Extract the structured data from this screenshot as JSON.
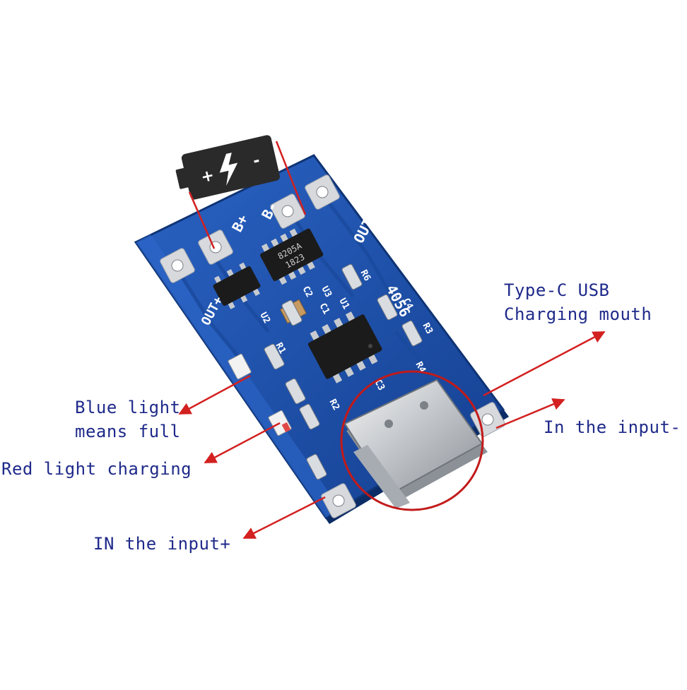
{
  "annotations": {
    "blue_light": [
      "Blue light",
      "means full"
    ],
    "red_light": "Red light charging",
    "in_plus": "IN the input+",
    "typec": [
      "Type-C USB",
      "Charging mouth"
    ],
    "in_minus": "In the input-"
  },
  "board": {
    "silkscreen": {
      "b_plus": "B+",
      "b_minus": "B-",
      "out_minus": "OUT-",
      "out_plus": "OUT+",
      "chip_model": "4056",
      "mosfet_line1": "8205A",
      "mosfet_line2": "1823",
      "u1": "U1",
      "u2": "U2",
      "u3": "U3",
      "r1": "R1",
      "r2": "R2",
      "r3": "R3",
      "r4": "R4",
      "r6": "R6",
      "c1": "C1",
      "c2": "C2",
      "c3": "C3",
      "c4": "C4"
    },
    "battery_icon": {
      "plus": "+",
      "minus": "-"
    }
  },
  "colors": {
    "pcb": "#1c4fa8",
    "pcb_dark": "#123b86",
    "pad": "#c9ccd2",
    "annotation_text": "#1f2a8a",
    "arrow": "#d32020",
    "circle": "#c21a1a"
  }
}
